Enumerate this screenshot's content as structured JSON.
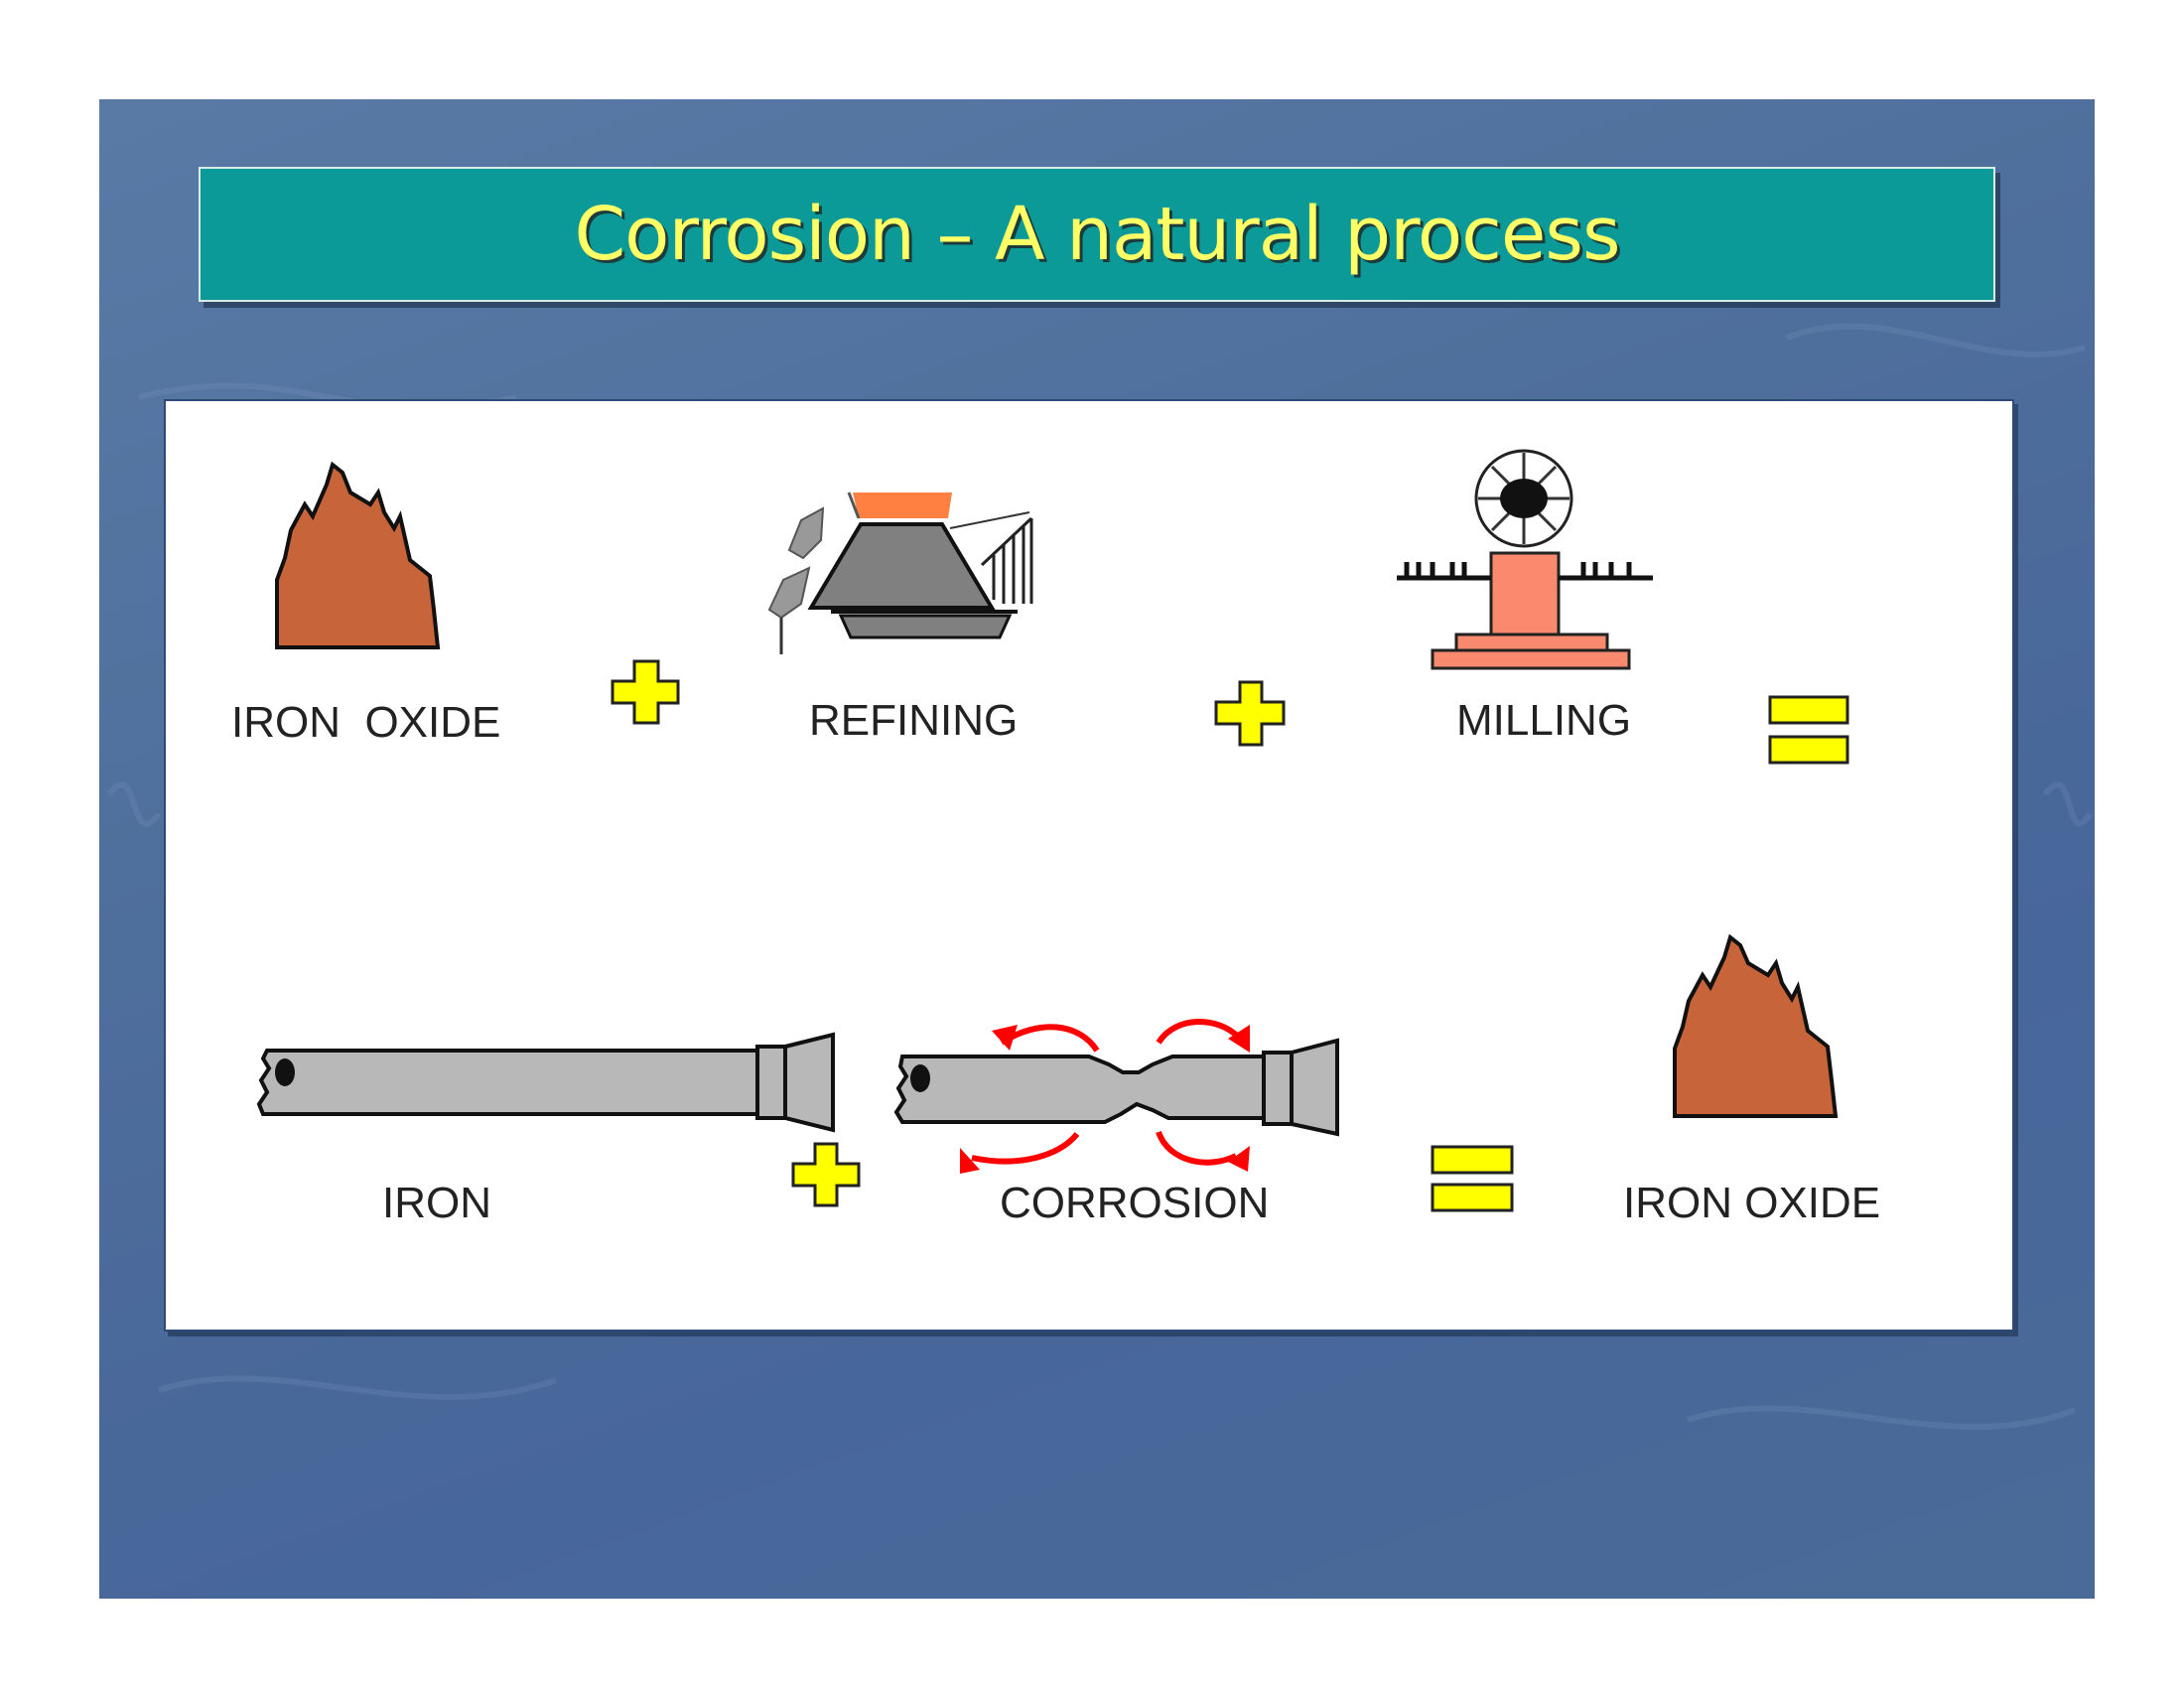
{
  "slide": {
    "title": "Corrosion – A natural process",
    "background_color": "#4f6f9c",
    "title_box_color": "#0b9a98",
    "title_text_color": "#ffff66"
  },
  "diagram": {
    "row1": {
      "iron_oxide_label": "IRON  OXIDE",
      "refining_label": "REFINING",
      "milling_label": "MILLING"
    },
    "row2": {
      "iron_label": "IRON",
      "corrosion_label": "CORROSION",
      "iron_oxide_label": "IRON OXIDE"
    },
    "icons": [
      "ore-pile-icon",
      "furnace-icon",
      "rolling-mill-icon",
      "iron-pipe-icon",
      "corroding-pipe-icon",
      "plus-icon",
      "equals-icon"
    ],
    "colors": {
      "ore": "#c8643a",
      "pipe": "#b8b8b8",
      "operator": "#ffff00",
      "furnace_top": "#ff8040",
      "mill": "#fa8a6e",
      "arrows": "#ff0000"
    }
  }
}
